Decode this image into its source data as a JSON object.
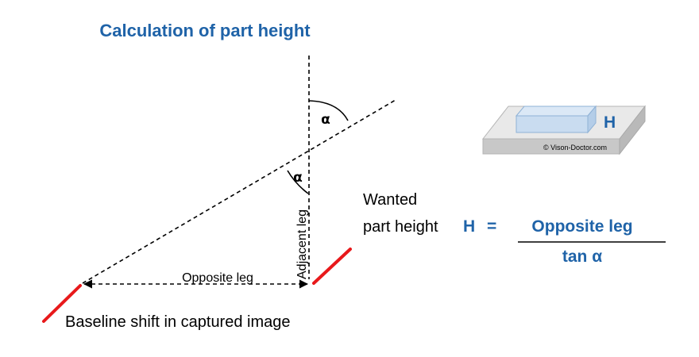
{
  "title": "Calculation of part height",
  "labels": {
    "alpha_top": "α",
    "alpha_bottom": "α",
    "adjacent_leg": "Adjacent leg",
    "opposite_leg": "Opposite leg",
    "baseline_shift": "Baseline shift in captured image",
    "wanted_line1": "Wanted",
    "wanted_line2": "part height"
  },
  "formula": {
    "lhs": "H",
    "equals": "=",
    "numerator": "Opposite leg",
    "denominator": "tan α"
  },
  "thumbnail": {
    "height_label": "H",
    "copyright": "© Vison-Doctor.com"
  },
  "colors": {
    "accent_blue": "#1f63a8",
    "shift_red": "#e8191b",
    "box_fill": "#c9dcf0",
    "box_stroke": "#8fb2d6"
  }
}
